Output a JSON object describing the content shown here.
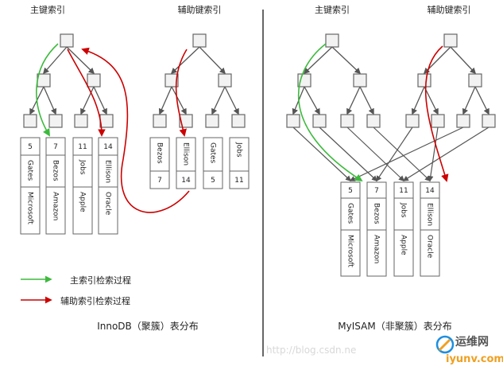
{
  "colors": {
    "node_border": "#666666",
    "node_fill": "#f2f2f2",
    "tree_line": "#555555",
    "primary_path": "#3dba3d",
    "secondary_path": "#cc0000",
    "divider": "#666666",
    "logo_blue": "#1d8fe1",
    "logo_orange": "#f0a020"
  },
  "innodb": {
    "primary_title": "主键索引",
    "secondary_title": "辅助键索引",
    "primary_leaves": [
      {
        "id": "5",
        "name": "Gates",
        "company": "Microsoft"
      },
      {
        "id": "7",
        "name": "Bezos",
        "company": "Amazon"
      },
      {
        "id": "11",
        "name": "Jobs",
        "company": "Apple"
      },
      {
        "id": "14",
        "name": "Ellison",
        "company": "Oracle"
      }
    ],
    "secondary_leaves": [
      {
        "name": "Bezos",
        "id": "7"
      },
      {
        "name": "Ellison",
        "id": "14"
      },
      {
        "name": "Gates",
        "id": "5"
      },
      {
        "name": "Jobs",
        "id": "11"
      }
    ],
    "caption": "InnoDB（聚簇）表分布"
  },
  "myisam": {
    "primary_title": "主键索引",
    "secondary_title": "辅助键索引",
    "rows": [
      {
        "id": "5",
        "name": "Gates",
        "company": "Microsoft"
      },
      {
        "id": "7",
        "name": "Bezos",
        "company": "Amazon"
      },
      {
        "id": "11",
        "name": "Jobs",
        "company": "Apple"
      },
      {
        "id": "14",
        "name": "Ellison",
        "company": "Oracle"
      }
    ],
    "caption": "MyISAM（非聚簇）表分布"
  },
  "legend": {
    "primary": "主索引检索过程",
    "secondary": "辅助索引检索过程"
  },
  "watermark": "http://blog.csdn.ne",
  "logo": {
    "cn": "运维网",
    "en": "iyunv.com"
  }
}
